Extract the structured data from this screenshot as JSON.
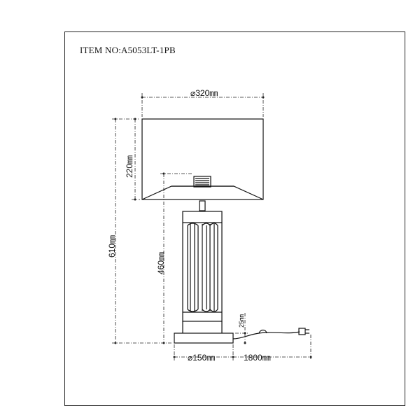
{
  "item_label": "ITEM NO:A5053LT-1PB",
  "dimensions": {
    "shade_diameter": "⌀320㎜",
    "shade_height": "220㎜",
    "total_height": "610㎜",
    "body_height": "460㎜",
    "base_height": "25㎜",
    "base_diameter": "⌀150㎜",
    "cord_length": "1800㎜"
  }
}
